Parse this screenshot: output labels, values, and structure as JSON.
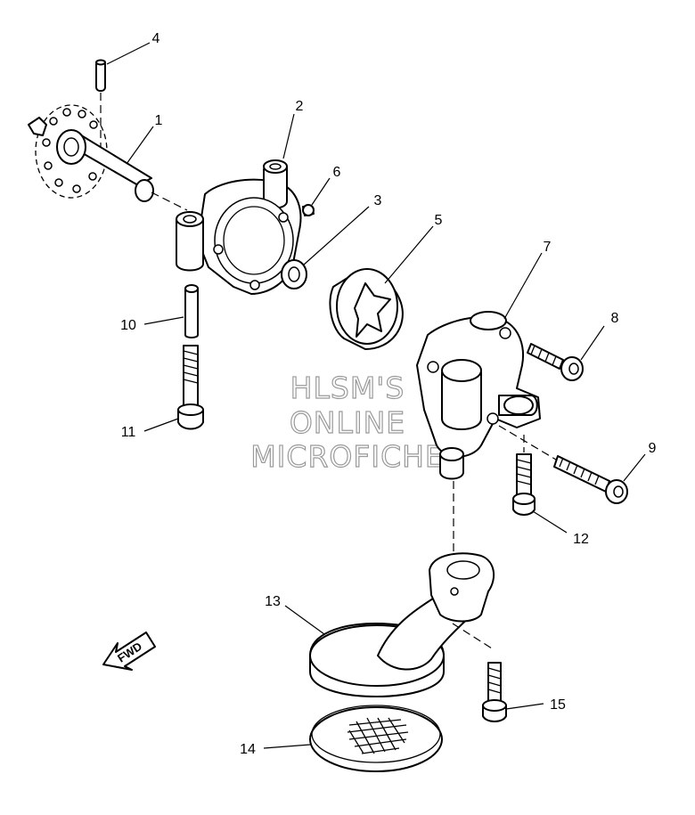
{
  "callouts": [
    {
      "id": "1",
      "label": "1"
    },
    {
      "id": "2",
      "label": "2"
    },
    {
      "id": "3",
      "label": "3"
    },
    {
      "id": "4",
      "label": "4"
    },
    {
      "id": "5",
      "label": "5"
    },
    {
      "id": "6",
      "label": "6"
    },
    {
      "id": "7",
      "label": "7"
    },
    {
      "id": "8",
      "label": "8"
    },
    {
      "id": "9",
      "label": "9"
    },
    {
      "id": "10",
      "label": "10"
    },
    {
      "id": "11",
      "label": "11"
    },
    {
      "id": "12",
      "label": "12"
    },
    {
      "id": "13",
      "label": "13"
    },
    {
      "id": "14",
      "label": "14"
    },
    {
      "id": "15",
      "label": "15"
    }
  ],
  "watermark": {
    "line1": "HLSM'S",
    "line2": "ONLINE",
    "line3": "MICROFICHE"
  },
  "fwd_label": "FWD"
}
